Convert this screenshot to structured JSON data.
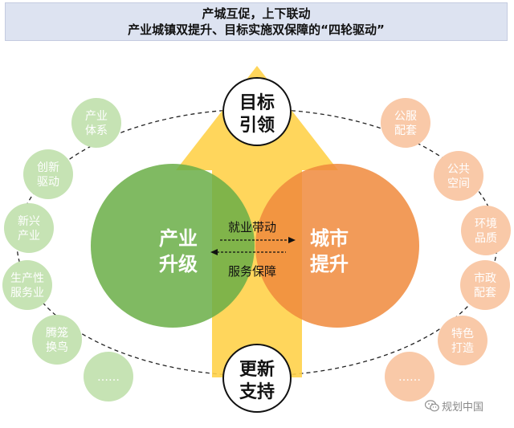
{
  "header": {
    "line1": "产城互促，上下联动",
    "line2": "产业城镇双提升、目标实施双保障的“四轮驱动”"
  },
  "top_circle": {
    "line1": "目标",
    "line2": "引领"
  },
  "bottom_circle": {
    "line1": "更新",
    "line2": "支持"
  },
  "industry_circle": {
    "line1": "产业",
    "line2": "升级",
    "color": "#6aae46"
  },
  "city_circle": {
    "line1": "城市",
    "line2": "提升",
    "color": "#f08a3c"
  },
  "arrow_color": "#ffd24a",
  "flow": {
    "top_label": "就业带动",
    "bottom_label": "服务保障"
  },
  "left_bubbles": [
    {
      "line1": "产业",
      "line2": "体系"
    },
    {
      "line1": "创新",
      "line2": "驱动"
    },
    {
      "line1": "新兴",
      "line2": "产业"
    },
    {
      "line1": "生产性",
      "line2": "服务业"
    },
    {
      "line1": "腾笼",
      "line2": "换鸟"
    },
    {
      "line1": "……",
      "line2": ""
    }
  ],
  "right_bubbles": [
    {
      "line1": "公服",
      "line2": "配套"
    },
    {
      "line1": "公共",
      "line2": "空间"
    },
    {
      "line1": "环境",
      "line2": "品质"
    },
    {
      "line1": "市政",
      "line2": "配套"
    },
    {
      "line1": "特色",
      "line2": "打造"
    },
    {
      "line1": "……",
      "line2": ""
    }
  ],
  "watermark": {
    "icon": "wechat-icon",
    "text": "规划中国"
  }
}
